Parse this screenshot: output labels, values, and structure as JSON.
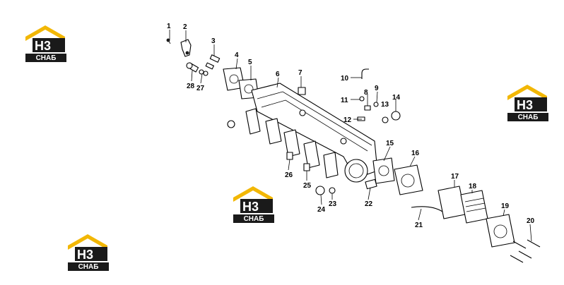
{
  "logo": {
    "letters": "H3",
    "caption": "СНАБ",
    "colors": {
      "roof": "#f2b705",
      "letters": "#1a1a1a",
      "accent": "#f2b705",
      "caption_bg": "#1a1a1a",
      "caption_fg": "#ffffff"
    }
  },
  "callouts": [
    "1",
    "2",
    "3",
    "4",
    "5",
    "6",
    "7",
    "8",
    "9",
    "10",
    "11",
    "12",
    "13",
    "14",
    "15",
    "16",
    "17",
    "18",
    "19",
    "20",
    "21",
    "22",
    "23",
    "24",
    "25",
    "26",
    "27",
    "28"
  ]
}
